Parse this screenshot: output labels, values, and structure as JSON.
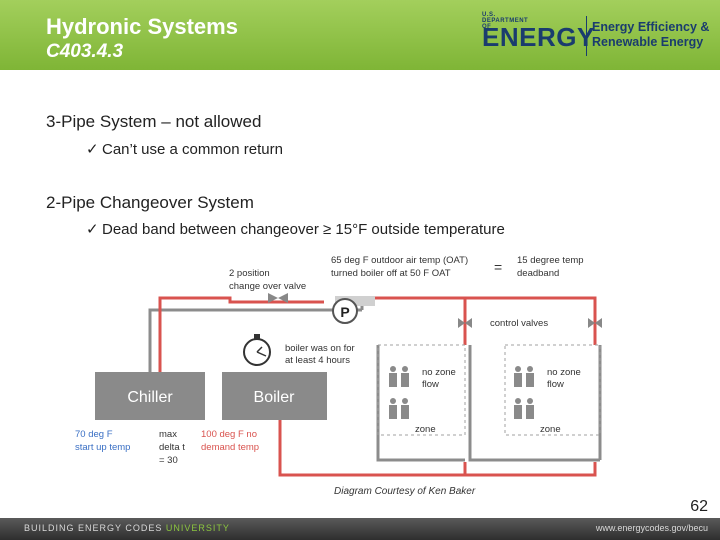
{
  "header": {
    "title": "Hydronic Systems",
    "subtitle": "C403.4.3",
    "logo_small": "U.S. DEPARTMENT OF",
    "logo_big": "ENERGY",
    "logo_ee_line1": "Energy Efficiency &",
    "logo_ee_line2": "Renewable Energy"
  },
  "content": {
    "item1": "3-Pipe System – not allowed",
    "item1_bullet": "Can’t use a common return",
    "item2": "2-Pipe Changeover System",
    "item2_bullet": "Dead band between changeover ≥ 15°F outside temperature",
    "check_glyph": "✓"
  },
  "diagram": {
    "valve_label_1": "2 position",
    "valve_label_2": "change over valve",
    "oat_line1": "65 deg F outdoor air temp (OAT)",
    "oat_line2": "turned boiler off at 50 F OAT",
    "equals": "=",
    "deadband_line1": "15 degree temp",
    "deadband_line2": "deadband",
    "pump": "P",
    "control_valves": "control valves",
    "boiler_on_line1": "boiler was on for",
    "boiler_on_line2": "at least 4 hours",
    "chiller": "Chiller",
    "boiler": "Boiler",
    "zone1_noflow_1": "no zone",
    "zone1_noflow_2": "flow",
    "zone2_noflow_1": "no zone",
    "zone2_noflow_2": "flow",
    "zone1_label": "zone",
    "zone2_label": "zone",
    "chiller_temp_1": "70 deg F",
    "chiller_temp_2": "start up temp",
    "max_delta_1": "max",
    "max_delta_2": "delta t",
    "max_delta_3": "= 30",
    "boiler_temp_1": "100 deg F no",
    "boiler_temp_2": "demand temp",
    "credit": "Diagram Courtesy of Ken Baker"
  },
  "footer": {
    "page_number": "62",
    "left_main": "BUILDING ENERGY CODES",
    "left_accent": "UNIVERSITY",
    "right": "www.energycodes.gov/becu"
  },
  "colors": {
    "header_green": "#8cc63f",
    "logo_blue": "#1a3c6e",
    "supply_red": "#d9534f",
    "return_gray": "#8c8c8c",
    "equipment_gray": "#8a8a8a",
    "note_blue": "#3a6fc4",
    "note_red": "#d9534f"
  }
}
